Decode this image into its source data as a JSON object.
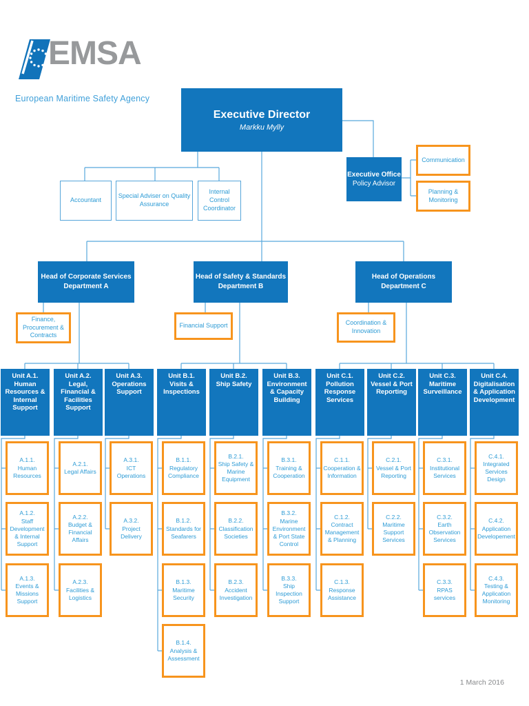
{
  "page": {
    "footer_date": "1 March 2016"
  },
  "logo": {
    "acronym": "EMSA",
    "tagline": "European Maritime Safety Agency"
  },
  "executive_director": {
    "title": "Executive Director",
    "name": "Markku Mylly"
  },
  "executive_office": {
    "title": "Executive Office",
    "role": "Policy Advisor"
  },
  "office_units": {
    "communication": "Communication",
    "planning": "Planning & Monitoring"
  },
  "advisors": {
    "accountant": "Accountant",
    "quality": "Special Adviser on Quality Assurance",
    "internal_control": "Internal Control Coordinator"
  },
  "departments": {
    "a": {
      "title_line1": "Head of Corporate Services",
      "title_line2": "Department A",
      "support": "Finance, Procurement & Contracts"
    },
    "b": {
      "title_line1": "Head of Safety & Standards",
      "title_line2": "Department B",
      "support": "Financial Support"
    },
    "c": {
      "title_line1": "Head of Operations",
      "title_line2": "Department C",
      "support": "Coordination & Innovation"
    }
  },
  "units": {
    "a1": {
      "code": "Unit A.1.",
      "name": "Human Resources & Internal Support"
    },
    "a2": {
      "code": "Unit A.2.",
      "name": "Legal, Financial & Facilities Support"
    },
    "a3": {
      "code": "Unit A.3.",
      "name": "Operations Support"
    },
    "b1": {
      "code": "Unit B.1.",
      "name": "Visits & Inspections"
    },
    "b2": {
      "code": "Unit B.2.",
      "name": "Ship Safety"
    },
    "b3": {
      "code": "Unit B.3.",
      "name": "Environment & Capacity Building"
    },
    "c1": {
      "code": "Unit C.1.",
      "name": "Pollution Response Services"
    },
    "c2": {
      "code": "Unit C.2.",
      "name": "Vessel & Port Reporting"
    },
    "c3": {
      "code": "Unit C.3.",
      "name": "Maritime Surveillance"
    },
    "c4": {
      "code": "Unit C.4.",
      "name": "Digitalisation & Application Development"
    }
  },
  "subunits": {
    "a11": {
      "code": "A.1.1.",
      "name": "Human Resources"
    },
    "a12": {
      "code": "A.1.2.",
      "name": "Staff Development & Internal Support"
    },
    "a13": {
      "code": "A.1.3.",
      "name": "Events & Missions Support"
    },
    "a21": {
      "code": "A.2.1.",
      "name": "Legal Affairs"
    },
    "a22": {
      "code": "A.2.2.",
      "name": "Budget & Financial Affairs"
    },
    "a23": {
      "code": "A.2.3.",
      "name": "Facilities & Logistics"
    },
    "a31": {
      "code": "A.3.1.",
      "name": "ICT Operations"
    },
    "a32": {
      "code": "A.3.2.",
      "name": "Project Delivery"
    },
    "b11": {
      "code": "B.1.1.",
      "name": "Regulatory Compliance"
    },
    "b12": {
      "code": "B.1.2.",
      "name": "Standards for Seafarers"
    },
    "b13": {
      "code": "B.1.3.",
      "name": "Maritime Security"
    },
    "b14": {
      "code": "B.1.4.",
      "name": "Analysis & Assessment"
    },
    "b21": {
      "code": "B.2.1.",
      "name": "Ship Safety & Marine Equipment"
    },
    "b22": {
      "code": "B.2.2.",
      "name": "Classification Societies"
    },
    "b23": {
      "code": "B.2.3.",
      "name": "Accident Investigation"
    },
    "b31": {
      "code": "B.3.1.",
      "name": "Training & Cooperation"
    },
    "b32": {
      "code": "B.3.2.",
      "name": "Marine Environment & Port State Control"
    },
    "b33": {
      "code": "B.3.3.",
      "name": "Ship Inspection Support"
    },
    "c11": {
      "code": "C.1.1.",
      "name": "Cooperation & Information"
    },
    "c12": {
      "code": "C.1.2.",
      "name": "Contract Management & Planning"
    },
    "c13": {
      "code": "C.1.3.",
      "name": "Response Assistance"
    },
    "c21": {
      "code": "C.2.1.",
      "name": "Vessel & Port Reporting"
    },
    "c22": {
      "code": "C.2.2.",
      "name": "Maritime Support Services"
    },
    "c31": {
      "code": "C.3.1.",
      "name": "Institutional Services"
    },
    "c32": {
      "code": "C.3.2.",
      "name": "Earth Observation Services"
    },
    "c33": {
      "code": "C.3.3.",
      "name": "RPAS services"
    },
    "c41": {
      "code": "C.4.1.",
      "name": "Integrated Services Design"
    },
    "c42": {
      "code": "C.4.2.",
      "name": "Application Developement"
    },
    "c43": {
      "code": "C.4.3.",
      "name": "Testing & Application Monitoring"
    }
  },
  "colors": {
    "primary_blue": "#1276BD",
    "line_blue": "#58A8DC",
    "text_blue": "#2D9BD5",
    "orange": "#F7941D",
    "logo_gray": "#97999B",
    "footer_gray": "#87898B"
  }
}
